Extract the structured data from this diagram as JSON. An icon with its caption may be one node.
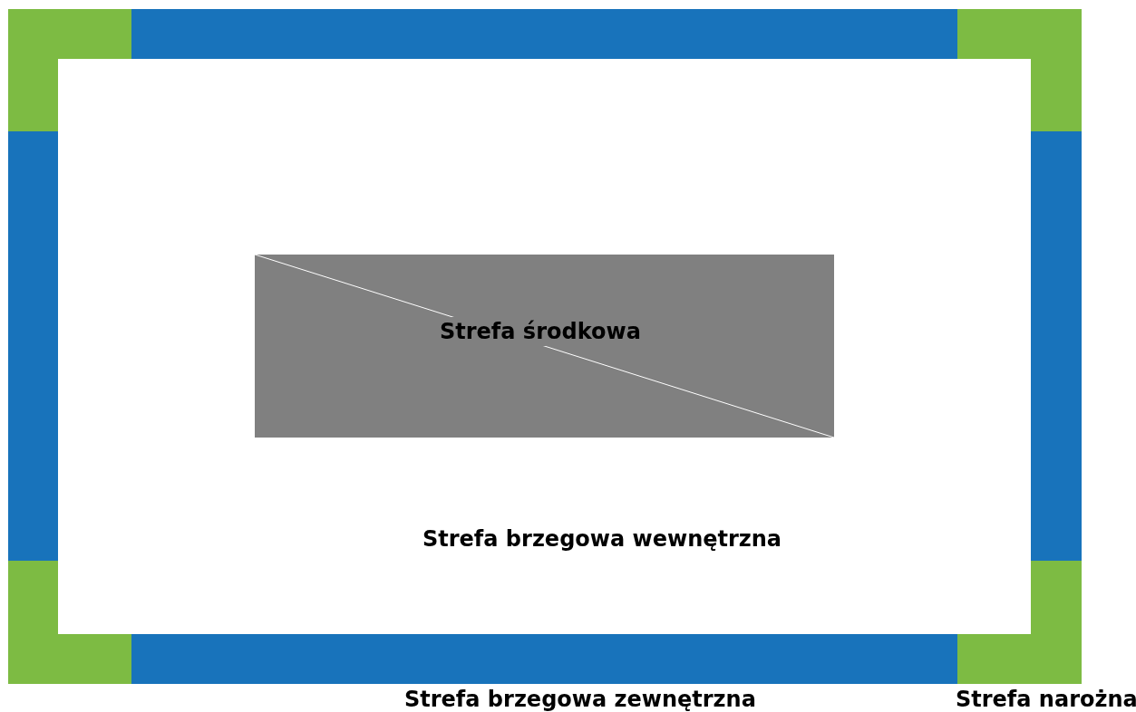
{
  "diagram": {
    "nodes": [
      {
        "text": [
          "Strefa brzegowa wewnętrzna"
        ]
      },
      {
        "text": [
          "Strefa środkowa"
        ],
        "in": 0
      }
    ],
    "labels": [
      "Strefa brzegowa zewnętrzna",
      "Strefa narożna"
    ]
  }
}
